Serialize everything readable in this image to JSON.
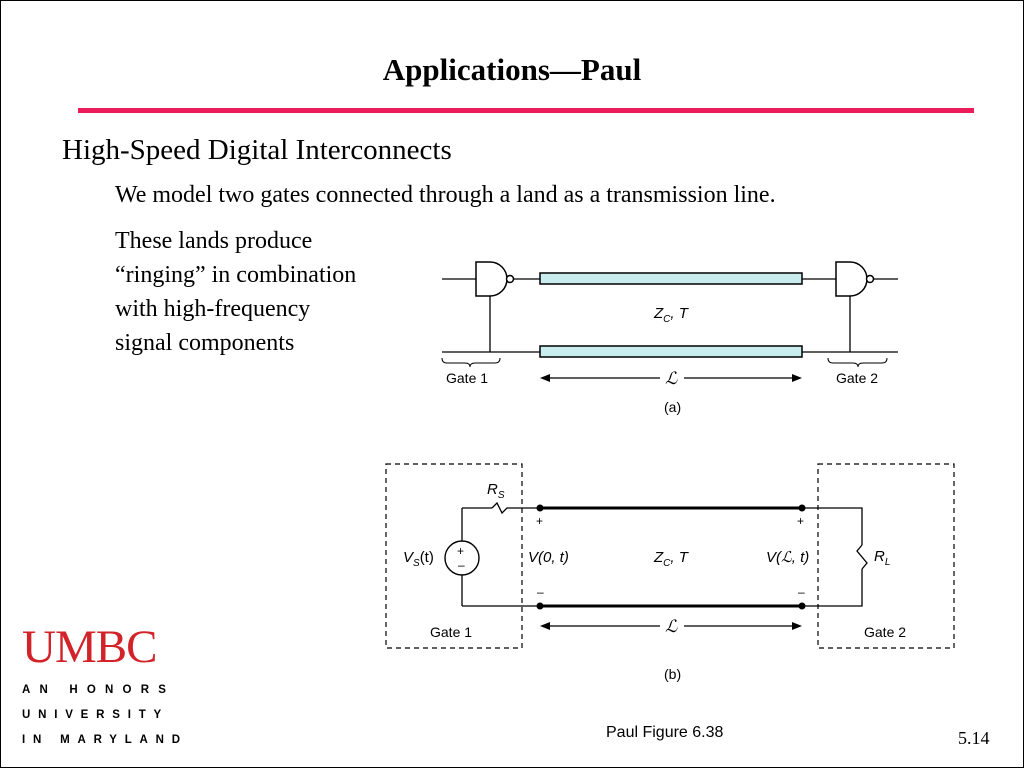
{
  "slide": {
    "title": "Applications—Paul",
    "heading": "High-Speed Digital Interconnects",
    "bullet1": "We model two gates connected through a land as a transmission line.",
    "bullet2_lines": [
      "These lands produce",
      "“ringing” in combination",
      "with high-frequency",
      "signal components"
    ],
    "caption": "Paul Figure 6.38",
    "page_number": "5.14",
    "accent_color": "#ec1c5a"
  },
  "logo": {
    "word": "UMBC",
    "line1": "AN HONORS",
    "line2": "UNIVERSITY",
    "line3": "IN MARYLAND",
    "color": "#d2232a"
  },
  "figure_a": {
    "line_label": "Z",
    "line_label_sub": "C",
    "line_label_rest": ", T",
    "gate1": "Gate 1",
    "gate2": "Gate 2",
    "length": "ℒ",
    "part": "(a)",
    "line_color": "#c9ecef"
  },
  "figure_b": {
    "rs": "R",
    "rs_sub": "S",
    "rl": "R",
    "rl_sub": "L",
    "vs": "V",
    "vs_sub": "S",
    "vs_arg": "(t)",
    "v0": "V(0, t)",
    "vl": "V(ℒ, t)",
    "line_label": "Z",
    "line_label_sub": "C",
    "line_label_rest": ", T",
    "gate1": "Gate 1",
    "gate2": "Gate 2",
    "length": "ℒ",
    "part": "(b)",
    "plus": "+",
    "minus": "–"
  }
}
